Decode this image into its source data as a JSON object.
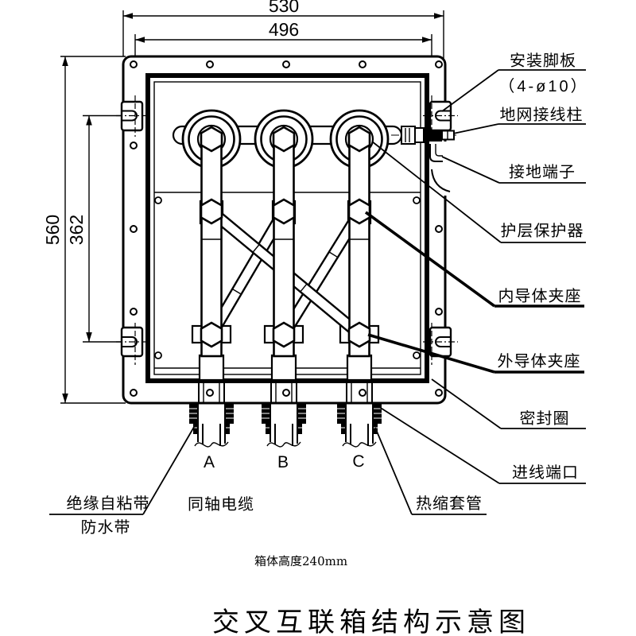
{
  "drawing": {
    "dimensions": {
      "outer_width": "530",
      "inner_width": "496",
      "outer_height": "560",
      "inner_height": "362"
    },
    "callouts": {
      "mounting_plate": "安装脚板",
      "mounting_plate_spec": "（4-ø10）",
      "ground_net_terminal": "地网接线柱",
      "grounding_terminal": "接地端子",
      "sheath_protector": "护层保护器",
      "inner_conductor_clamp": "内导体夹座",
      "outer_conductor_clamp": "外导体夹座",
      "seal_ring": "密封圈",
      "cable_entry_port": "进线端口",
      "heat_shrink_tube": "热缩套管",
      "insulation_self_adhesive_tape": "绝缘自粘带",
      "waterproof_tape": "防水带",
      "coaxial_cable": "同轴电缆"
    },
    "phases": [
      "A",
      "B",
      "C"
    ],
    "note": "箱体高度240mm",
    "title": "交叉互联箱结构示意图"
  }
}
